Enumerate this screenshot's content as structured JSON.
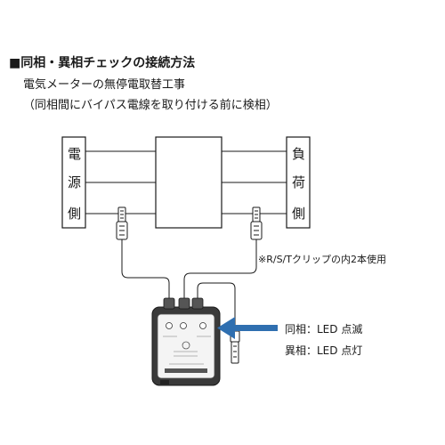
{
  "header": {
    "title": "■同相・異相チェックの接続方法",
    "line1": "電気メーターの無停電取替工事",
    "line2": "（同相間にバイパス電線を取り付ける前に検相）"
  },
  "diagram": {
    "source_label": [
      "電",
      "源",
      "側"
    ],
    "load_label": [
      "負",
      "荷",
      "側"
    ],
    "clip_note": "※R/S/Tクリップの内2本使用"
  },
  "legend": {
    "same_phase": "同相：LED 点滅",
    "diff_phase": "異相：LED 点灯"
  },
  "colors": {
    "arrow": "#2f6fb0",
    "line": "#1a1a1a"
  }
}
